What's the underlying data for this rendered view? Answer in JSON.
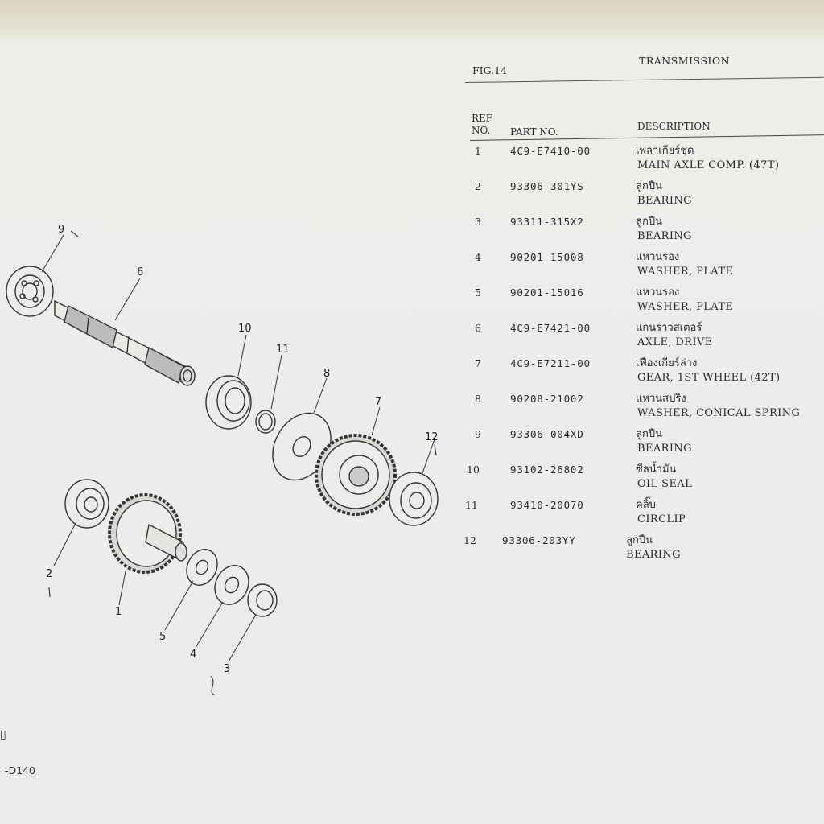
{
  "header": {
    "figure": "FIG.14",
    "title": "TRANSMISSION"
  },
  "columns": {
    "ref_line1": "REF",
    "ref_line2": "NO.",
    "part_no": "PART NO.",
    "description": "DESCRIPTION"
  },
  "parts": [
    {
      "ref": "1",
      "part_no": "4C9-E7410-00",
      "desc_th": "เพลาเกียร์ชุด",
      "desc_en": "MAIN AXLE COMP. (47T)"
    },
    {
      "ref": "2",
      "part_no": "93306-301YS",
      "desc_th": "ลูกปืน",
      "desc_en": "BEARING"
    },
    {
      "ref": "3",
      "part_no": "93311-315X2",
      "desc_th": "ลูกปืน",
      "desc_en": "BEARING"
    },
    {
      "ref": "4",
      "part_no": "90201-15008",
      "desc_th": "แหวนรอง",
      "desc_en": "WASHER, PLATE"
    },
    {
      "ref": "5",
      "part_no": "90201-15016",
      "desc_th": "แหวนรอง",
      "desc_en": "WASHER, PLATE"
    },
    {
      "ref": "6",
      "part_no": "4C9-E7421-00",
      "desc_th": "แกนราวสเตอร์",
      "desc_en": "AXLE, DRIVE"
    },
    {
      "ref": "7",
      "part_no": "4C9-E7211-00",
      "desc_th": "เฟืองเกียร์ล่าง",
      "desc_en": "GEAR, 1ST WHEEL (42T)"
    },
    {
      "ref": "8",
      "part_no": "90208-21002",
      "desc_th": "แหวนสปริง",
      "desc_en": "WASHER, CONICAL SPRING"
    },
    {
      "ref": "9",
      "part_no": "93306-004XD",
      "desc_th": "ลูกปืน",
      "desc_en": "BEARING"
    },
    {
      "ref": "10",
      "part_no": "93102-26802",
      "desc_th": "ซีลน้ำมัน",
      "desc_en": "OIL SEAL"
    },
    {
      "ref": "11",
      "part_no": "93410-20070",
      "desc_th": "คลิ๊บ",
      "desc_en": "CIRCLIP"
    },
    {
      "ref": "12",
      "part_no": "93306-203YY",
      "desc_th": "ลูกปืน",
      "desc_en": "BEARING"
    }
  ],
  "diagram_labels": {
    "l1": "1",
    "l2": "2",
    "l3": "3",
    "l4": "4",
    "l5": "5",
    "l6": "6",
    "l7": "7",
    "l8": "8",
    "l9": "9",
    "l10": "10",
    "l11": "11",
    "l12": "12"
  },
  "footer": {
    "page_code": "-D140"
  }
}
